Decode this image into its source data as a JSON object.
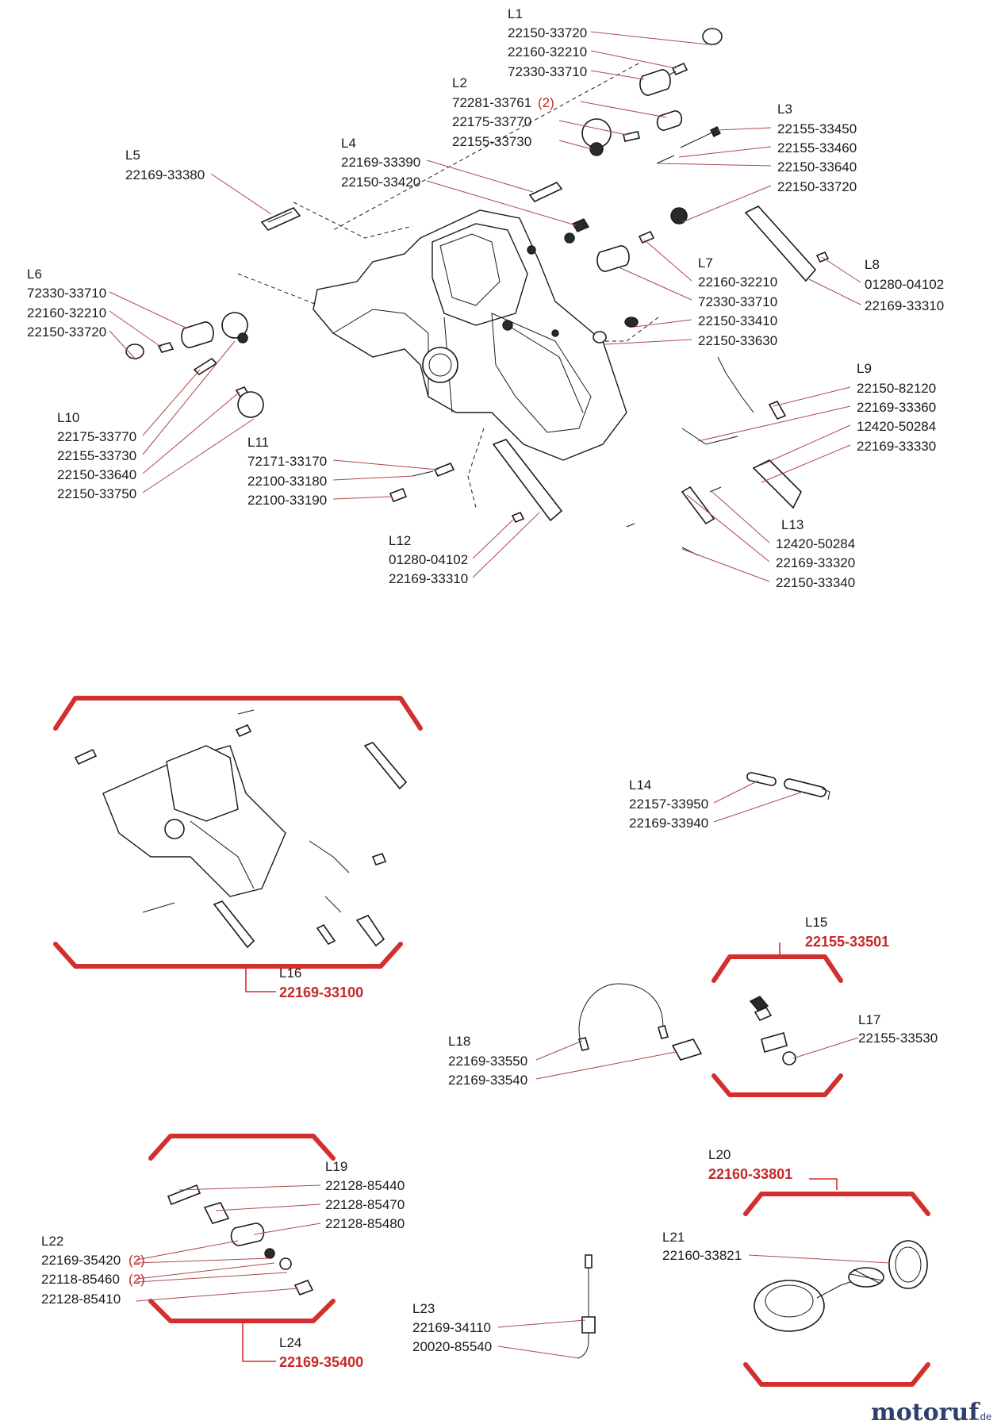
{
  "groups": [
    {
      "id": "L1",
      "parts": [
        {
          "no": "22150-33720"
        },
        {
          "no": "22160-32210"
        },
        {
          "no": "72330-33710"
        }
      ]
    },
    {
      "id": "L2",
      "parts": [
        {
          "no": "72281-33761",
          "qty": "(2)"
        },
        {
          "no": "22175-33770"
        },
        {
          "no": "22155-33730"
        }
      ]
    },
    {
      "id": "L3",
      "parts": [
        {
          "no": "22155-33450"
        },
        {
          "no": "22155-33460"
        },
        {
          "no": "22150-33640"
        },
        {
          "no": "22150-33720"
        }
      ]
    },
    {
      "id": "L4",
      "parts": [
        {
          "no": "22169-33390"
        },
        {
          "no": "22150-33420"
        }
      ]
    },
    {
      "id": "L5",
      "parts": [
        {
          "no": "22169-33380"
        }
      ]
    },
    {
      "id": "L6",
      "parts": [
        {
          "no": "72330-33710"
        },
        {
          "no": "22160-32210"
        },
        {
          "no": "22150-33720"
        }
      ]
    },
    {
      "id": "L7",
      "parts": [
        {
          "no": "22160-32210"
        },
        {
          "no": "72330-33710"
        },
        {
          "no": "22150-33410"
        },
        {
          "no": "22150-33630"
        }
      ]
    },
    {
      "id": "L8",
      "parts": [
        {
          "no": "01280-04102"
        },
        {
          "no": "22169-33310"
        }
      ]
    },
    {
      "id": "L9",
      "parts": [
        {
          "no": "22150-82120"
        },
        {
          "no": "22169-33360"
        },
        {
          "no": "12420-50284"
        },
        {
          "no": "22169-33330"
        }
      ]
    },
    {
      "id": "L10",
      "parts": [
        {
          "no": "22175-33770"
        },
        {
          "no": "22155-33730"
        },
        {
          "no": "22150-33640"
        },
        {
          "no": "22150-33750"
        }
      ]
    },
    {
      "id": "L11",
      "parts": [
        {
          "no": "72171-33170"
        },
        {
          "no": "22100-33180"
        },
        {
          "no": "22100-33190"
        }
      ]
    },
    {
      "id": "L12",
      "parts": [
        {
          "no": "01280-04102"
        },
        {
          "no": "22169-33310"
        }
      ]
    },
    {
      "id": "L13",
      "parts": [
        {
          "no": "12420-50284"
        },
        {
          "no": "22169-33320"
        },
        {
          "no": "22150-33340"
        }
      ]
    },
    {
      "id": "L14",
      "parts": [
        {
          "no": "22157-33950"
        },
        {
          "no": "22169-33940"
        }
      ]
    },
    {
      "id": "L15",
      "assembly": "22155-33501"
    },
    {
      "id": "L16",
      "assembly": "22169-33100"
    },
    {
      "id": "L17",
      "parts": [
        {
          "no": "22155-33530"
        }
      ]
    },
    {
      "id": "L18",
      "parts": [
        {
          "no": "22169-33550"
        },
        {
          "no": "22169-33540"
        }
      ]
    },
    {
      "id": "L19",
      "parts": [
        {
          "no": "22128-85440"
        },
        {
          "no": "22128-85470"
        },
        {
          "no": "22128-85480"
        }
      ]
    },
    {
      "id": "L20",
      "assembly": "22160-33801"
    },
    {
      "id": "L21",
      "parts": [
        {
          "no": "22160-33821"
        }
      ]
    },
    {
      "id": "L22",
      "parts": [
        {
          "no": "22169-35420",
          "qty": "(2)"
        },
        {
          "no": "22118-85460",
          "qty": "(2)"
        },
        {
          "no": "22128-85410"
        }
      ]
    },
    {
      "id": "L23",
      "parts": [
        {
          "no": "22169-34110"
        },
        {
          "no": "20020-85540"
        }
      ]
    },
    {
      "id": "L24",
      "assembly": "22169-35400"
    }
  ],
  "logo": {
    "name": "motoruf",
    "suffix": ".de"
  },
  "colors": {
    "accent": "#d32f2f",
    "leader": "#b04848",
    "text": "#1a1a1a",
    "logo": "#2f3f6e"
  }
}
